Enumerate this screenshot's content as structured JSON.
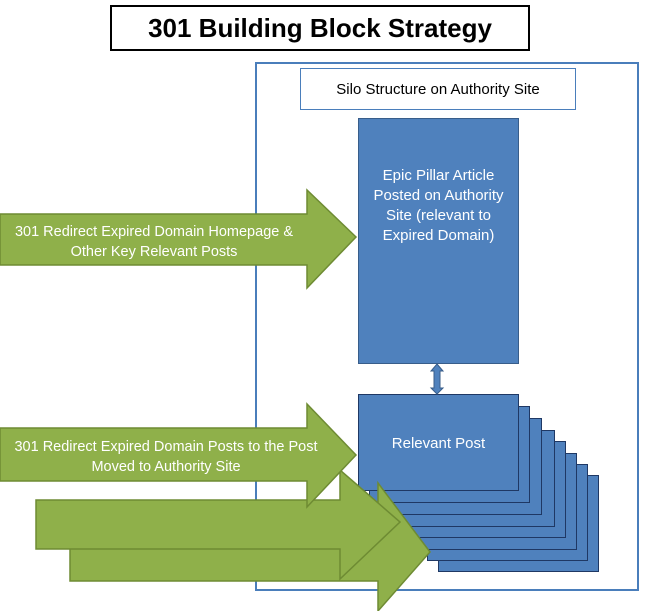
{
  "title": "301 Building Block Strategy",
  "silo": {
    "label": "Silo Structure on Authority Site"
  },
  "pillar": {
    "text": "Epic Pillar Article Posted on Authority Site (relevant to Expired Domain)"
  },
  "relevant_post": {
    "label": "Relevant Post"
  },
  "arrows": [
    {
      "label": "301 Redirect Expired Domain Homepage & Other Key Relevant Posts"
    },
    {
      "label": "301 Redirect Expired Domain Posts to the Post Moved to Authority Site"
    },
    {
      "label": ""
    },
    {
      "label": ""
    }
  ],
  "colors": {
    "arrow_fill": "#8fb04a",
    "arrow_border": "#6e8b33",
    "box_fill": "#4f81bd",
    "box_border": "#385d8a",
    "frame": "#4a7ebb"
  }
}
